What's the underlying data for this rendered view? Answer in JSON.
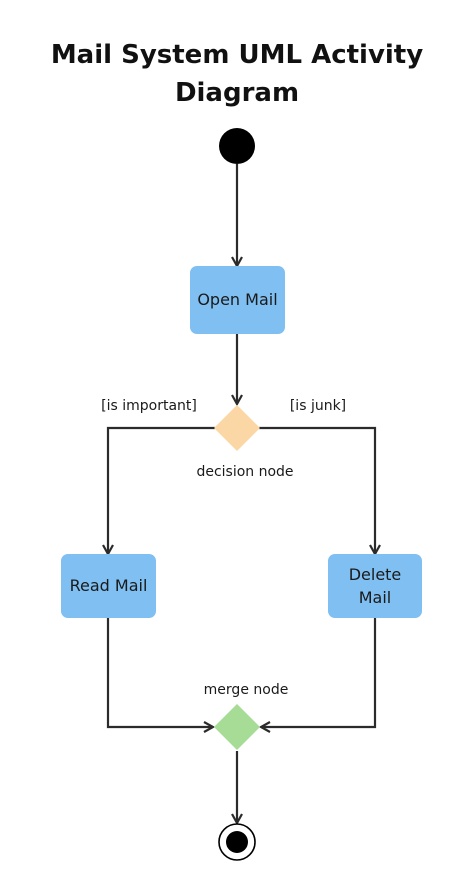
{
  "title": {
    "line1": "Mail System UML Activity",
    "line2": "Diagram"
  },
  "nodes": {
    "open_mail": "Open Mail",
    "read_mail": "Read Mail",
    "delete_mail_line1": "Delete",
    "delete_mail_line2": "Mail"
  },
  "labels": {
    "is_important": "[is important]",
    "is_junk": "[is junk]",
    "decision_node": "decision node",
    "merge_node": "merge node"
  },
  "colors": {
    "action_fill": "#7fbff2",
    "decision_fill": "#fcd7a6",
    "merge_fill": "#a6dc96",
    "node_black": "#000000",
    "edge": "#2b2b2b"
  }
}
